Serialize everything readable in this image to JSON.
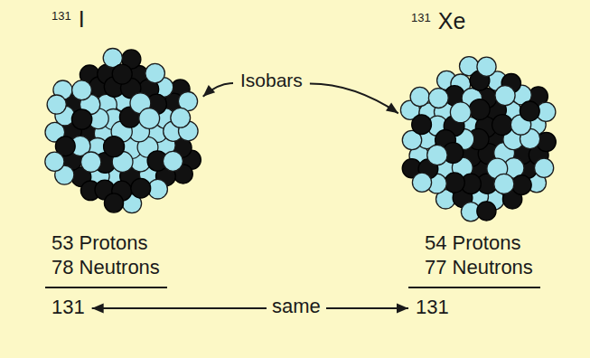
{
  "diagram": {
    "nodes": [
      {
        "text": [
          "131",
          "I"
        ]
      },
      {
        "text": [
          "Isobars"
        ]
      },
      {
        "text": [
          "131",
          "Xe"
        ]
      },
      {
        "text": [
          "53 Protons",
          "78 Neutrons",
          "131"
        ]
      },
      {
        "text": [
          "54 Protons",
          "77 Neutrons",
          "131"
        ]
      }
    ],
    "edges": [
      {
        "from": 1,
        "to": 0,
        "arrow": "to"
      },
      {
        "from": 1,
        "to": 2,
        "arrow": "to"
      },
      {
        "from": 3,
        "to": 4,
        "label": "same",
        "arrow": "both"
      }
    ]
  }
}
